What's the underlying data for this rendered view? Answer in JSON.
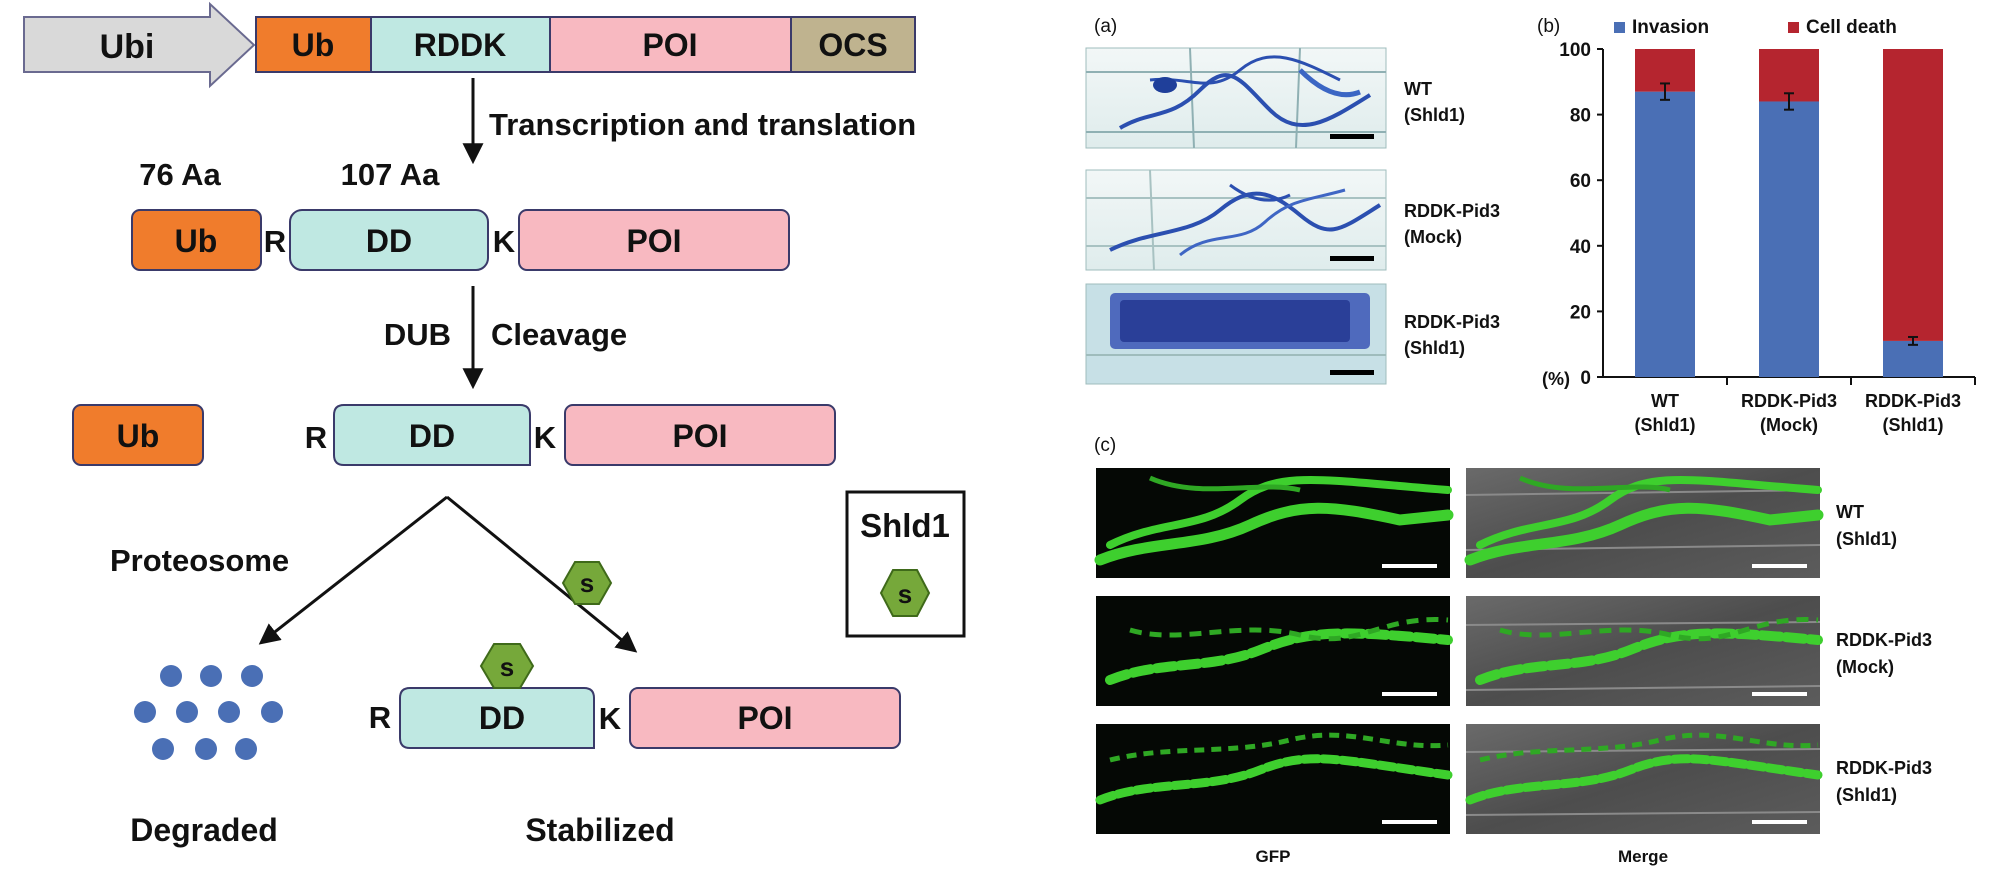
{
  "construct": {
    "promoter": "Ubi",
    "segments": [
      "Ub",
      "RDDK",
      "POI",
      "OCS"
    ]
  },
  "schematic": {
    "step1_label": "Transcription and translation",
    "ub_length": "76 Aa",
    "dd_length": "107 Aa",
    "ub": "Ub",
    "dd": "DD",
    "poi": "POI",
    "residue_r": "R",
    "residue_k": "K",
    "step2_left": "DUB",
    "step2_right": "Cleavage",
    "path_left": "Proteosome",
    "ligand_symbol": "s",
    "legend_title": "Shld1",
    "outcome_left": "Degraded",
    "outcome_right": "Stabilized"
  },
  "panel_a": {
    "label": "(a)",
    "rows": [
      {
        "line1": "WT",
        "line2": "(Shld1)"
      },
      {
        "line1": "RDDK-Pid3",
        "line2": "(Mock)"
      },
      {
        "line1": "RDDK-Pid3",
        "line2": "(Shld1)"
      }
    ]
  },
  "panel_b": {
    "label": "(b)",
    "y_unit": "(%)",
    "chart_data": {
      "type": "bar",
      "stacked": true,
      "categories": [
        "WT (Shld1)",
        "RDDK-Pid3 (Mock)",
        "RDDK-Pid3 (Shld1)"
      ],
      "category_lines": [
        [
          "WT",
          "(Shld1)"
        ],
        [
          "RDDK-Pid3",
          "(Mock)"
        ],
        [
          "RDDK-Pid3",
          "(Shld1)"
        ]
      ],
      "series": [
        {
          "name": "Invasion",
          "color": "#4a6fb5",
          "values": [
            87,
            84,
            11
          ],
          "errors": [
            2.5,
            2.5,
            1.2
          ]
        },
        {
          "name": "Cell death",
          "color": "#b5252f",
          "values": [
            13,
            16,
            89
          ]
        }
      ],
      "ylim": [
        0,
        100
      ],
      "yticks": [
        0,
        20,
        40,
        60,
        80,
        100
      ],
      "legend_position": "top",
      "grid": false
    }
  },
  "panel_c": {
    "label": "(c)",
    "columns": [
      "GFP",
      "Merge"
    ],
    "rows": [
      {
        "line1": "WT",
        "line2": "(Shld1)"
      },
      {
        "line1": "RDDK-Pid3",
        "line2": "(Mock)"
      },
      {
        "line1": "RDDK-Pid3",
        "line2": "(Shld1)"
      }
    ]
  },
  "colors": {
    "ub": "#f07c2c",
    "dd": "#bfe8e2",
    "poi": "#f8b9c1",
    "ocs": "#bfb38f",
    "promoter": "#d9d9d9",
    "ligand": "#76a83a",
    "dot": "#4a6fb5",
    "gfp": "#3ecf2e"
  }
}
